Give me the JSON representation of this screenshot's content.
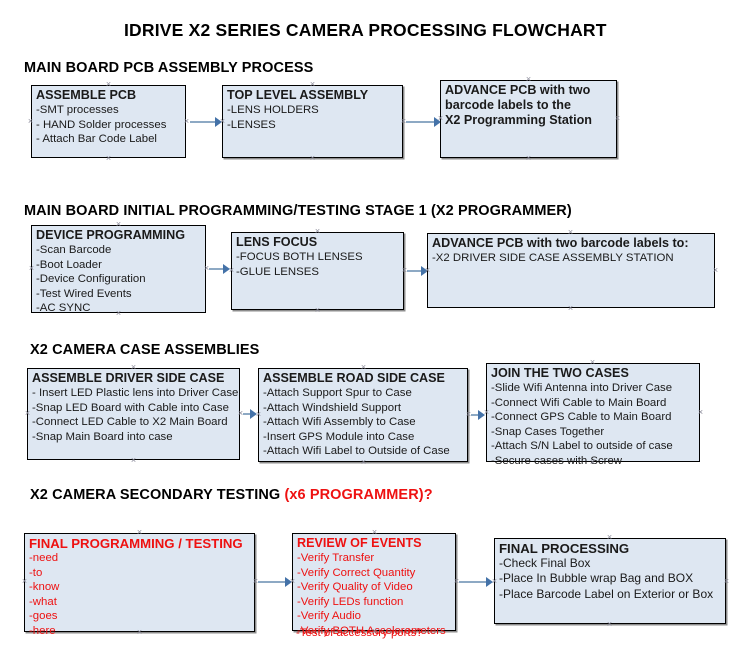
{
  "document": {
    "title": "IDRIVE X2  SERIES CAMERA PROCESSING FLOWCHART"
  },
  "colors": {
    "box_fill": "#dee7f2",
    "box_border": "#000000",
    "connector": "#8da9c4",
    "arrowhead": "#4472a8",
    "red_text": "#ee1111",
    "black_text": "#1a1a1a"
  },
  "sections": [
    {
      "id": "main-board-pcb-assembly",
      "heading": "MAIN BOARD PCB ASSEMBLY PROCESS",
      "heading_red": "",
      "boxes": [
        {
          "id": "assemble-pcb",
          "title": "ASSEMBLE PCB",
          "title_color": "black",
          "lines": [
            "-SMT processes",
            "- HAND Solder processes",
            "- Attach Bar Code Label"
          ]
        },
        {
          "id": "top-level-assembly",
          "title": "TOP LEVEL ASSEMBLY",
          "title_color": "black",
          "lines": [
            "-LENS HOLDERS",
            "-LENSES"
          ]
        },
        {
          "id": "advance-pcb-programming-station",
          "title": "ADVANCE PCB with two",
          "title_color": "black",
          "lines": [
            "barcode labels to the",
            " X2 Programming Station"
          ]
        }
      ]
    },
    {
      "id": "main-board-initial-programming",
      "heading": "MAIN BOARD INITIAL PROGRAMMING/TESTING STAGE 1 (X2 PROGRAMMER)",
      "heading_red": "",
      "boxes": [
        {
          "id": "device-programming",
          "title": "DEVICE PROGRAMMING",
          "title_color": "black",
          "lines": [
            "-Scan Barcode",
            "-Boot Loader",
            "-Device Configuration",
            "-Test Wired Events",
            "-AC SYNC"
          ]
        },
        {
          "id": "lens-focus",
          "title": "LENS FOCUS",
          "title_color": "black",
          "lines": [
            "-FOCUS BOTH LENSES",
            "-GLUE LENSES"
          ]
        },
        {
          "id": "advance-pcb-driver-side-station",
          "title": "ADVANCE PCB with two barcode labels to:",
          "title_color": "black",
          "lines": [
            "-X2 DRIVER  SIDE  CASE  ASSEMBLY STATION"
          ]
        }
      ]
    },
    {
      "id": "x2-camera-case-assemblies",
      "heading": "X2 CAMERA CASE ASSEMBLIES",
      "heading_red": "",
      "boxes": [
        {
          "id": "assemble-driver-side-case",
          "title": "ASSEMBLE DRIVER SIDE CASE",
          "title_color": "black",
          "lines": [
            "- Insert LED Plastic lens into Driver Case",
            "-Snap LED Board with Cable into Case",
            "-Connect LED Cable to X2 Main Board",
            "-Snap Main Board into case"
          ]
        },
        {
          "id": "assemble-road-side-case",
          "title": "ASSEMBLE ROAD SIDE CASE",
          "title_color": "black",
          "lines": [
            "-Attach Support Spur to Case",
            "-Attach Windshield Support",
            "-Attach Wifi Assembly to Case",
            "-Insert GPS Module into Case",
            "-Attach Wifi Label to Outside of Case"
          ]
        },
        {
          "id": "join-the-two-cases",
          "title": "JOIN THE TWO CASES",
          "title_color": "black",
          "lines": [
            "-Slide Wifi Antenna into Driver Case",
            "-Connect Wifi Cable to Main Board",
            "-Connect GPS Cable to Main Board",
            "-Snap Cases Together",
            "-Attach S/N Label to outside of case",
            "-Secure cases with Screw"
          ]
        }
      ]
    },
    {
      "id": "x2-camera-secondary-testing",
      "heading": "X2 CAMERA SECONDARY TESTING ",
      "heading_red": "(x6 PROGRAMMER)?",
      "boxes": [
        {
          "id": "final-programming-testing",
          "title": "FINAL PROGRAMMING / TESTING",
          "title_color": "red",
          "lines": [
            "-need",
            "-to",
            "-know",
            "-what",
            "-goes",
            "-here"
          ]
        },
        {
          "id": "review-of-events",
          "title": "REVIEW OF EVENTS",
          "title_color": "red",
          "lines": [
            "-Verify Transfer",
            "-Verify Correct Quantity",
            "-Verify Quality of Video",
            "-Verify LEDs function",
            "-Verify Audio",
            "-Verify BOTH Accelerometers"
          ],
          "overflow_line": "-Test of accessory ports?"
        },
        {
          "id": "final-processing",
          "title": "FINAL PROCESSING",
          "title_color": "black",
          "lines": [
            " -Check Final Box",
            "-Place In Bubble wrap Bag and BOX",
            "-Place Barcode Label on Exterior or Box"
          ]
        }
      ]
    }
  ]
}
